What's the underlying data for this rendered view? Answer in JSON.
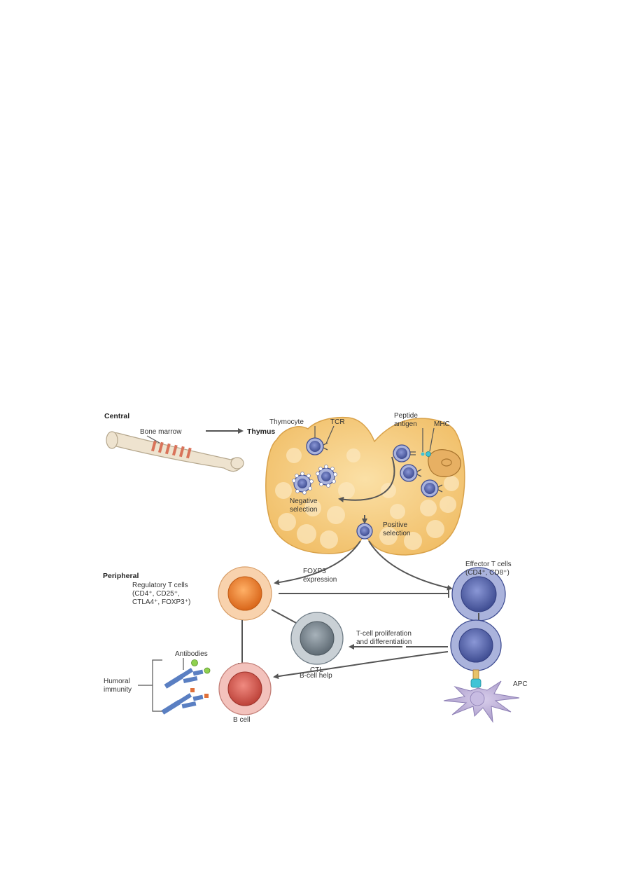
{
  "sections": {
    "central": "Central",
    "peripheral": "Peripheral"
  },
  "labels": {
    "bone_marrow": "Bone marrow",
    "thymus": "Thymus",
    "thymocyte": "Thymocyte",
    "tcr": "TCR",
    "peptide_line1": "Peptide",
    "peptide_line2": "antigen",
    "mhc": "MHC",
    "negative_line1": "Negative",
    "negative_line2": "selection",
    "positive_line1": "Positive",
    "positive_line2": "selection",
    "treg_line1": "Regulatory T cells",
    "treg_line2": "(CD4⁺, CD25⁺,",
    "treg_line3": "CTLA4⁺, FOXP3⁺)",
    "foxp3_line1": "FOXP3",
    "foxp3_line2": "expression",
    "effector_line1": "Effector T cells",
    "effector_line2": "(CD4⁺, CD8⁺)",
    "ctl": "CTL",
    "prolif_line1": "T-cell proliferation",
    "prolif_line2": "and differentiation",
    "antibodies": "Antibodies",
    "humoral_line1": "Humoral",
    "humoral_line2": "immunity",
    "bcell_help": "B-cell help",
    "bcell": "B cell",
    "apc": "APC"
  },
  "colors": {
    "thymus": "#f5c878",
    "thymus_edge": "#d9a24a",
    "bone": "#eee3cf",
    "bone_edge": "#b5a78d",
    "marrow_stripe": "#d9735a",
    "tcell": "#5564a8",
    "tcell_light": "#aab3dc",
    "treg": "#e8792a",
    "treg_light": "#f8d2ad",
    "ctl": "#6f7c86",
    "ctl_light": "#c9d0d5",
    "bcell": "#d0574d",
    "bcell_light": "#f3c2bc",
    "apc": "#b3a6cf",
    "antibody": "#5a7fc2",
    "antigen_green": "#8fd14f",
    "antigen_orange": "#e0703a",
    "mhc_cyan": "#3fc4d6"
  }
}
